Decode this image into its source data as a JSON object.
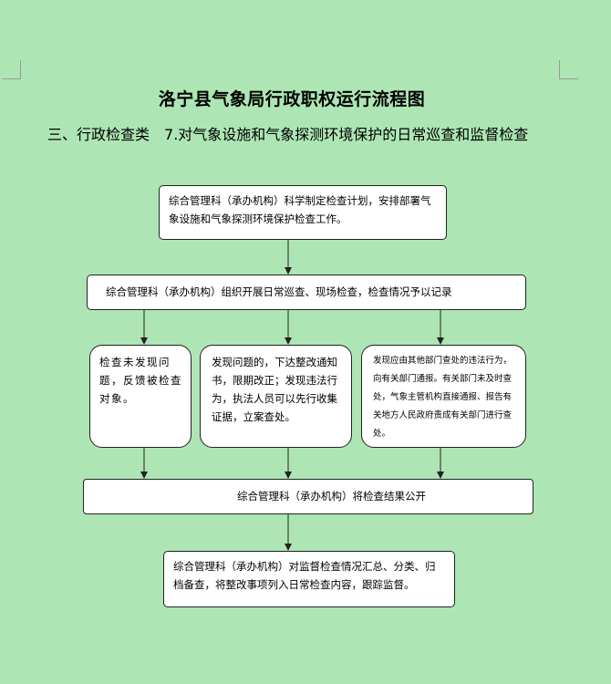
{
  "document": {
    "title": "洛宁县气象局行政职权运行流程图",
    "section": "三、行政检查类",
    "item": "7.对气象设施和气象探测环境保护的日常巡查和监督检查"
  },
  "flow": {
    "plan": "综合管理科（承办机构）科学制定检查计划，安排部署气象设施和气象探测环境保护检查工作。",
    "inspect": "综合管理科（承办机构）组织开展日常巡查、现场检查，检查情况予以记录",
    "no_issue": "检查未发现问题，反馈被检查对象。",
    "issue_found": "发现问题的，下达整改通知书，限期改正；发现违法行为，执法人员可以先行收集证据，立案查处。",
    "refer": "发现应由其他部门查处的违法行为，向有关部门通报。有关部门未及时查处，气象主管机构直接通报、报告有关地方人民政府责成有关部门进行查处。",
    "publish": "综合管理科（承办机构）将检查结果公开",
    "summary": "综合管理科（承办机构）对监督检查情况汇总、分类、归档备查，将整改事项列入日常检查内容，跟踪监督。"
  },
  "colors": {
    "background": "#ade6b4",
    "box_fill": "#ffffff",
    "line": "#222222"
  }
}
